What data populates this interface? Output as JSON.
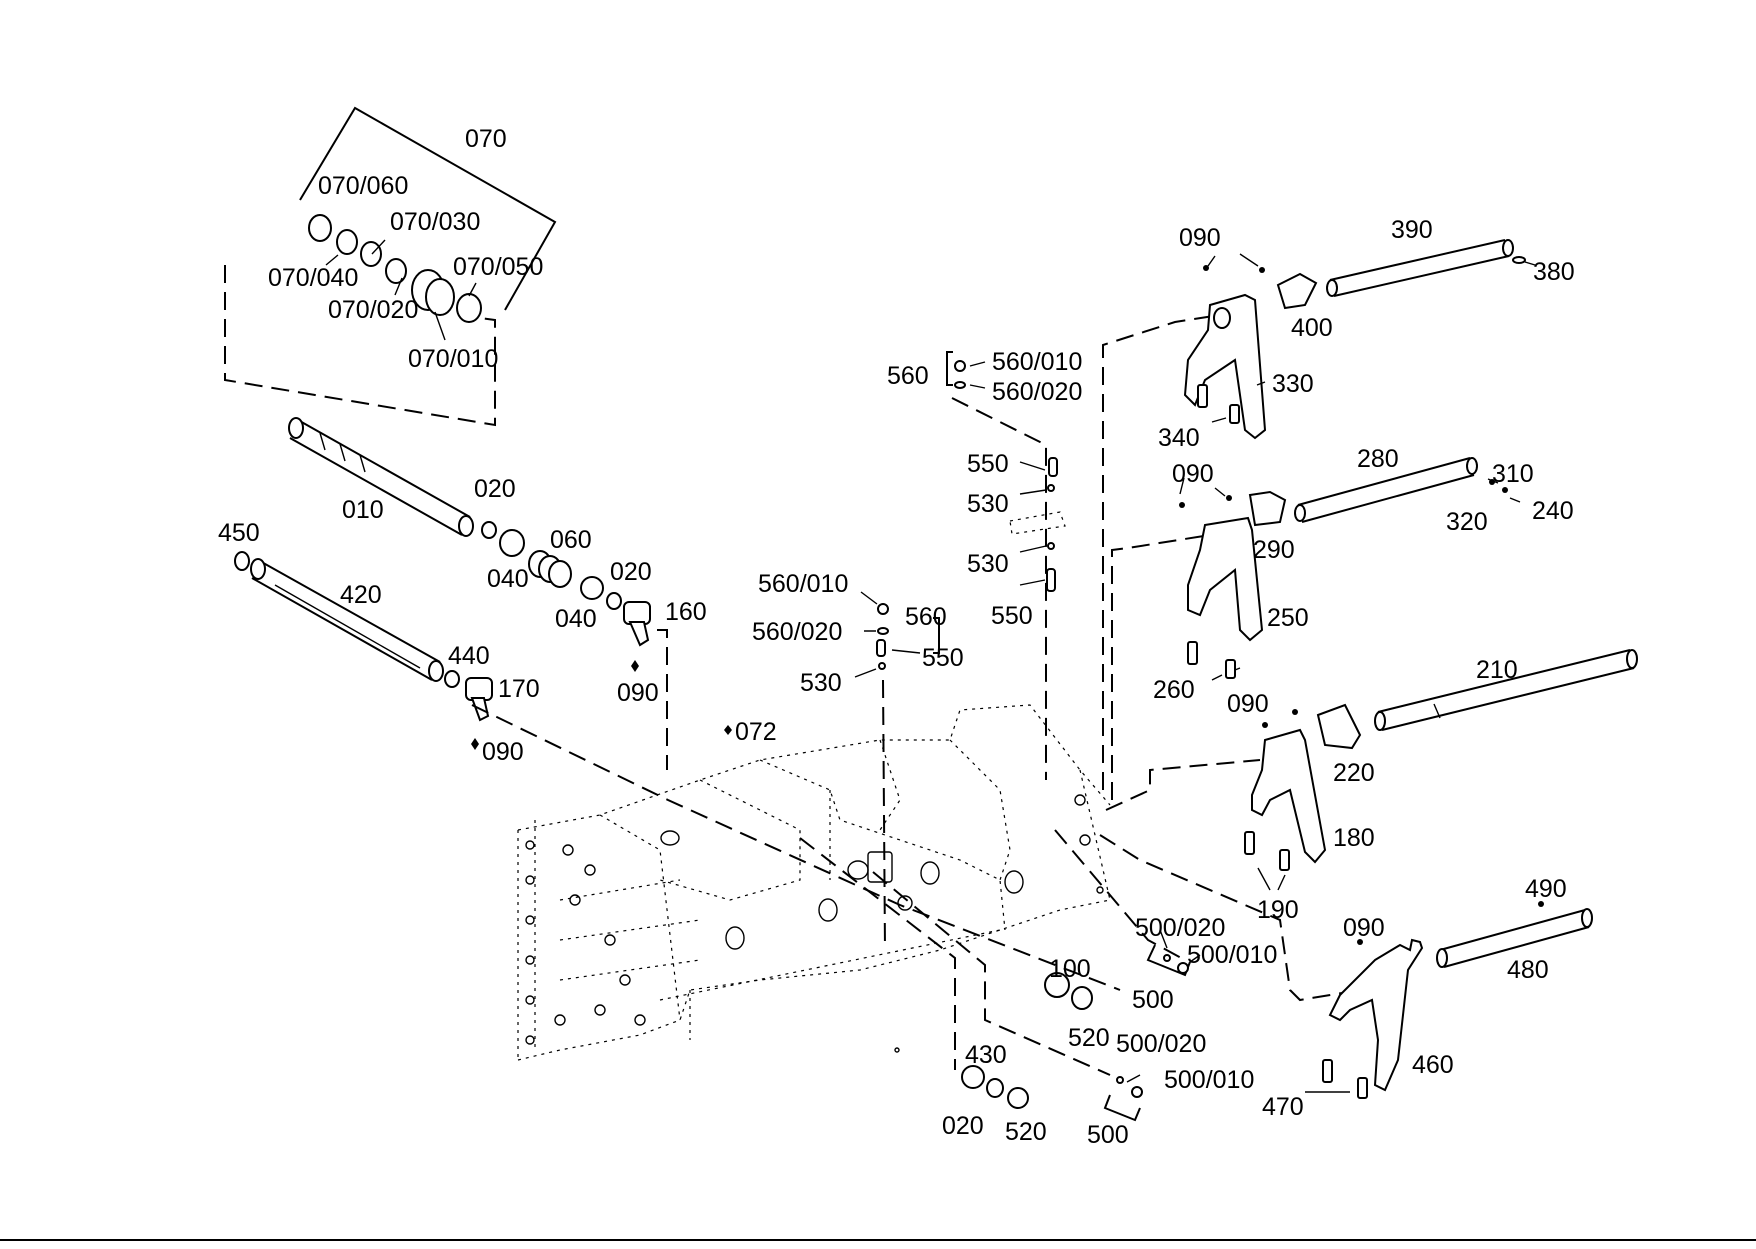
{
  "labels": {
    "l070": "070",
    "l070_060": "070/060",
    "l070_030": "070/030",
    "l070_040": "070/040",
    "l070_050": "070/050",
    "l070_020": "070/020",
    "l070_010": "070/010",
    "l010": "010",
    "l020a": "020",
    "l450": "450",
    "l420": "420",
    "l060": "060",
    "l040a": "040",
    "l020b": "020",
    "l040b": "040",
    "l160": "160",
    "l440": "440",
    "l170": "170",
    "l090a": "090",
    "l090b": "090",
    "l072": "072",
    "l560a": "560",
    "l560_010a": "560/010",
    "l560_020a": "560/020",
    "l550a": "550",
    "l530a": "530",
    "l530b": "530",
    "l550b": "550",
    "l560_010b": "560/010",
    "l560b": "560",
    "l560_020b": "560/020",
    "l550c": "550",
    "l530c": "530",
    "l090c": "090",
    "l390": "390",
    "l380": "380",
    "l400": "400",
    "l330": "330",
    "l340": "340",
    "l090d": "090",
    "l280": "280",
    "l310": "310",
    "l320": "320",
    "l240": "240",
    "l290": "290",
    "l250": "250",
    "l260": "260",
    "l090e": "090",
    "l210": "210",
    "l220": "220",
    "l180": "180",
    "l190": "190",
    "l500_020a": "500/020",
    "l500_010a": "500/010",
    "l500a": "500",
    "l100": "100",
    "l520a": "520",
    "l430": "430",
    "l020c": "020",
    "l520b": "520",
    "l500_020b": "500/020",
    "l500_010b": "500/010",
    "l500b": "500",
    "l490": "490",
    "l480": "480",
    "l090f": "090",
    "l460": "460",
    "l470": "470"
  }
}
